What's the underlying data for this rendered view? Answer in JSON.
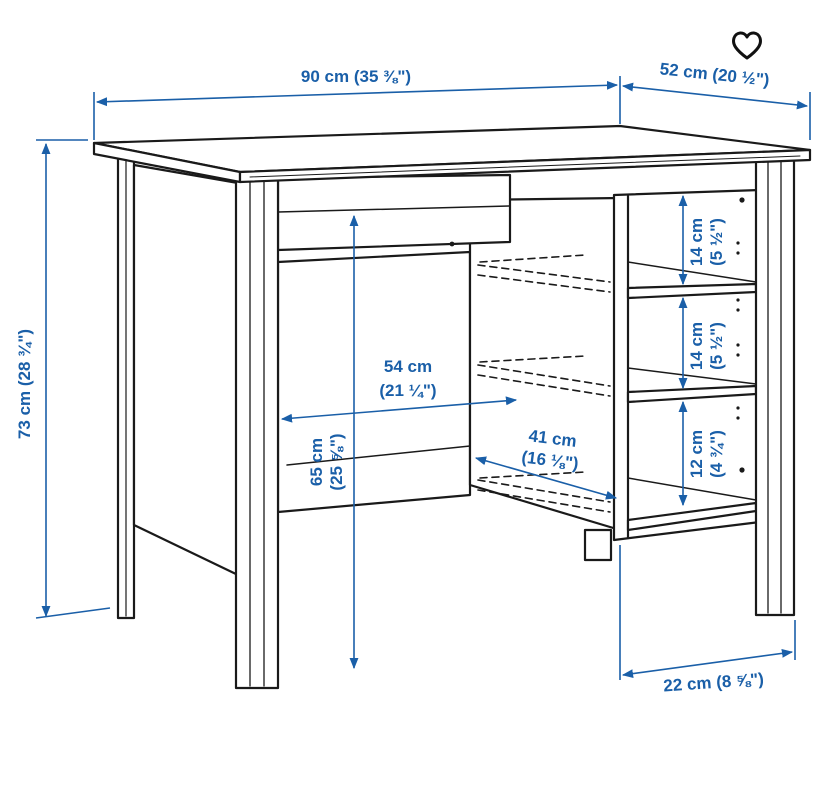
{
  "favorite": {
    "icon": "heart-outline-icon"
  },
  "colors": {
    "dimension": "#1a5fa8",
    "outline": "#1a1a1a"
  },
  "dimensions": {
    "width": {
      "metric": "90 cm",
      "imperial": "(35 ⅜\")"
    },
    "depth": {
      "metric": "52 cm",
      "imperial": "(20 ½\")"
    },
    "height": {
      "metric": "73 cm",
      "imperial": "(28 ¾\")"
    },
    "knee_clearance_height": {
      "metric": "65 cm",
      "imperial": "(25 ⅝\")"
    },
    "knee_clearance_width": {
      "metric": "54 cm",
      "imperial": "(21 ¼\")"
    },
    "knee_clearance_depth": {
      "metric": "41 cm",
      "imperial": "(16 ⅛\")"
    },
    "shelf_1_height": {
      "metric": "14 cm",
      "imperial": "(5 ½\")"
    },
    "shelf_2_height": {
      "metric": "14 cm",
      "imperial": "(5 ½\")"
    },
    "shelf_3_height": {
      "metric": "12 cm",
      "imperial": "(4 ¾\")"
    },
    "shelf_depth": {
      "metric": "22 cm",
      "imperial": "(8 ⅝\")"
    }
  }
}
